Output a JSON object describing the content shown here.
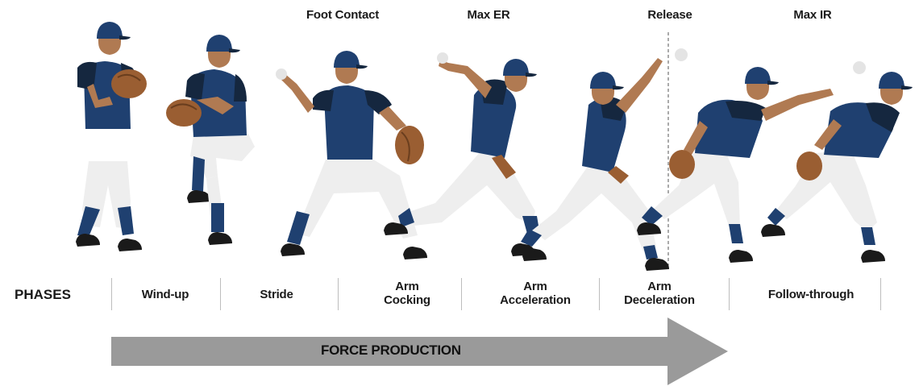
{
  "events": [
    "Foot Contact",
    "Max ER",
    "Release",
    "Max IR"
  ],
  "phases_label": "PHASES",
  "phases": [
    {
      "lines": [
        "Wind-up"
      ]
    },
    {
      "lines": [
        "Stride"
      ]
    },
    {
      "lines": [
        "Arm",
        "Cocking"
      ]
    },
    {
      "lines": [
        "Arm",
        "Acceleration"
      ]
    },
    {
      "lines": [
        "Arm",
        "Deceleration"
      ]
    },
    {
      "lines": [
        "Follow-through"
      ]
    }
  ],
  "arrow_label": "FORCE PRODUCTION",
  "colors": {
    "jersey": "#1f4070",
    "sleeve": "#15273f",
    "pants": "#eeeeee",
    "skin": "#b07a52",
    "glove": "#9a5e32",
    "shoe": "#1a1a1a",
    "ball": "#e4e4e4",
    "arrow": "#9a9a9a",
    "divider": "#bdbdbd"
  }
}
